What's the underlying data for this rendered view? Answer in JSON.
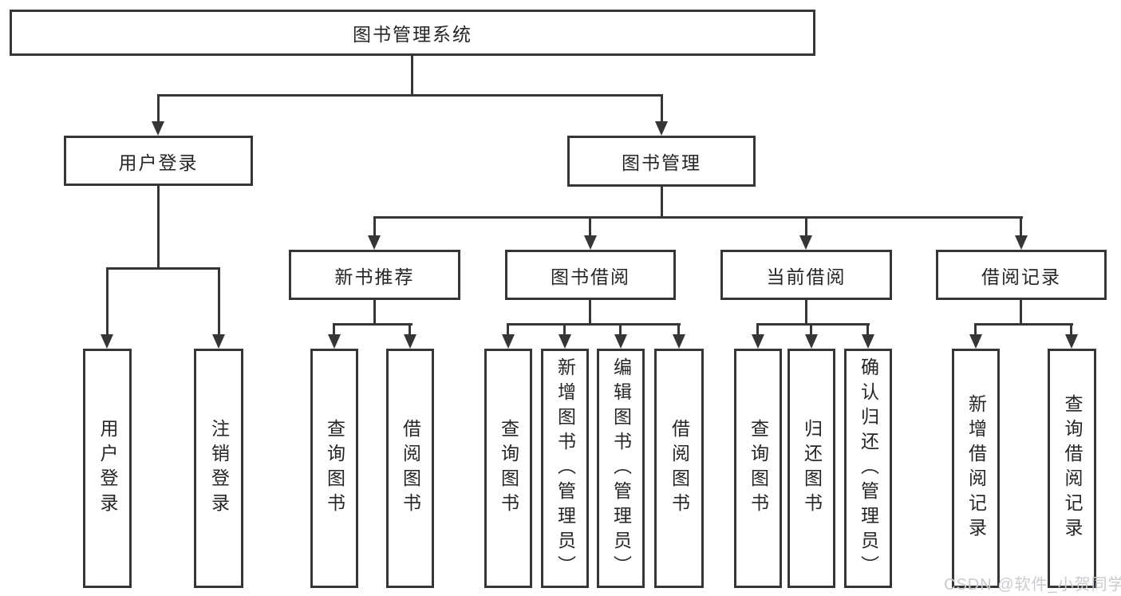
{
  "tree": {
    "root": {
      "label": "图书管理系统"
    },
    "branches": [
      {
        "label": "用户登录",
        "children": [
          {
            "label": "用户登录"
          },
          {
            "label": "注销登录"
          }
        ]
      },
      {
        "label": "图书管理",
        "groups": [
          {
            "label": "新书推荐",
            "children": [
              {
                "label": "查询图书"
              },
              {
                "label": "借阅图书"
              }
            ]
          },
          {
            "label": "图书借阅",
            "children": [
              {
                "label": "查询图书"
              },
              {
                "label": "新增图书（管理员）"
              },
              {
                "label": "编辑图书（管理员）"
              },
              {
                "label": "借阅图书"
              }
            ]
          },
          {
            "label": "当前借阅",
            "children": [
              {
                "label": "查询图书"
              },
              {
                "label": "归还图书"
              },
              {
                "label": "确认归还（管理员）"
              }
            ]
          },
          {
            "label": "借阅记录",
            "children": [
              {
                "label": "新增借阅记录"
              },
              {
                "label": "查询借阅记录"
              }
            ]
          }
        ]
      }
    ]
  },
  "watermark": {
    "text": "CSDN @软件_小贺同学"
  },
  "colors": {
    "line": "#363636",
    "text": "#262626",
    "background": "#ffffff",
    "watermark": "#c8cbd0"
  }
}
